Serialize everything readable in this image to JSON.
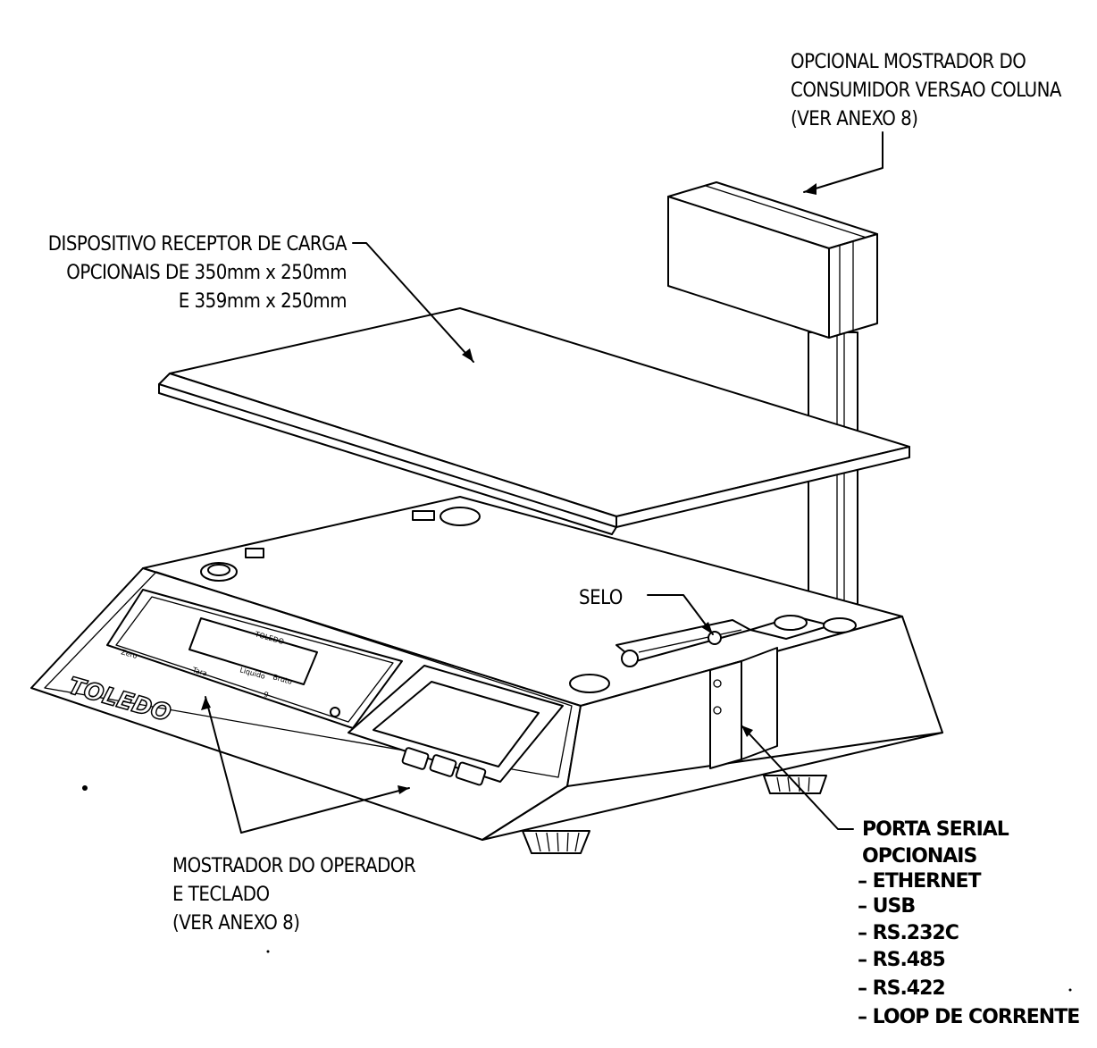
{
  "labels": {
    "customer_display": [
      "OPCIONAL MOSTRADOR DO",
      "CONSUMIDOR VERSAO COLUNA",
      "(VER ANEXO 8)"
    ],
    "load_receptor": [
      "DISPOSITIVO RECEPTOR DE CARGA",
      "OPCIONAIS DE 350mm x 250mm",
      "E 359mm x 250mm"
    ],
    "seal": "SELO",
    "operator_display": [
      "MOSTRADOR DO OPERADOR",
      "E TECLADO",
      "(VER ANEXO 8)"
    ],
    "serial_port": [
      "PORTA SERIAL",
      "OPCIONAIS",
      "– ETHERNET",
      "– USB",
      "– RS.232C",
      "– RS.485",
      "– RS.422",
      "– LOOP DE CORRENTE"
    ]
  },
  "device": {
    "brand": "TOLEDO"
  }
}
